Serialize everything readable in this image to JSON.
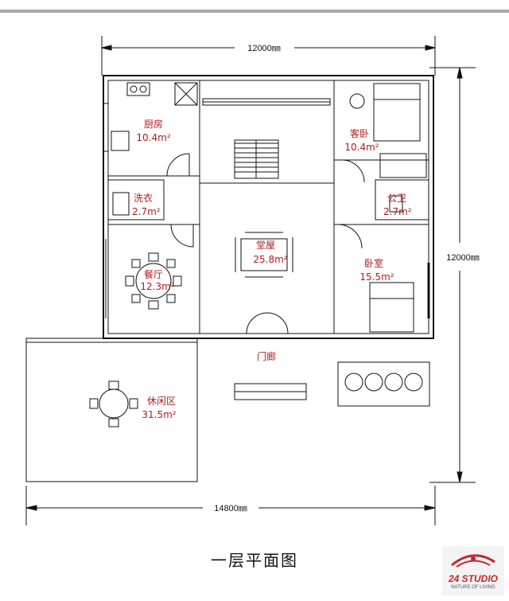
{
  "rooms": [
    {
      "name": "厨房",
      "area": "10.4m²"
    },
    {
      "name": "客卧",
      "area": "10.4m²"
    },
    {
      "name": "洗衣",
      "area": "2.7m²"
    },
    {
      "name": "公卫",
      "area": "2.7m²"
    },
    {
      "name": "堂屋",
      "area": "25.8m²"
    },
    {
      "name": "卧室",
      "area": "15.5m²"
    },
    {
      "name": "餐厅",
      "area": "12.3m²"
    },
    {
      "name": "门廊",
      "area": ""
    },
    {
      "name": "休闲区",
      "area": "31.5m²"
    }
  ],
  "dimensions": {
    "top_width": "12000㎜",
    "right_height": "12000㎜",
    "bottom_width": "14800㎜"
  },
  "caption": "一层平面图",
  "logo": {
    "title": "24 STUDIO",
    "subtitle": "NATURE OF LIVING",
    "color": "#c0282c"
  }
}
